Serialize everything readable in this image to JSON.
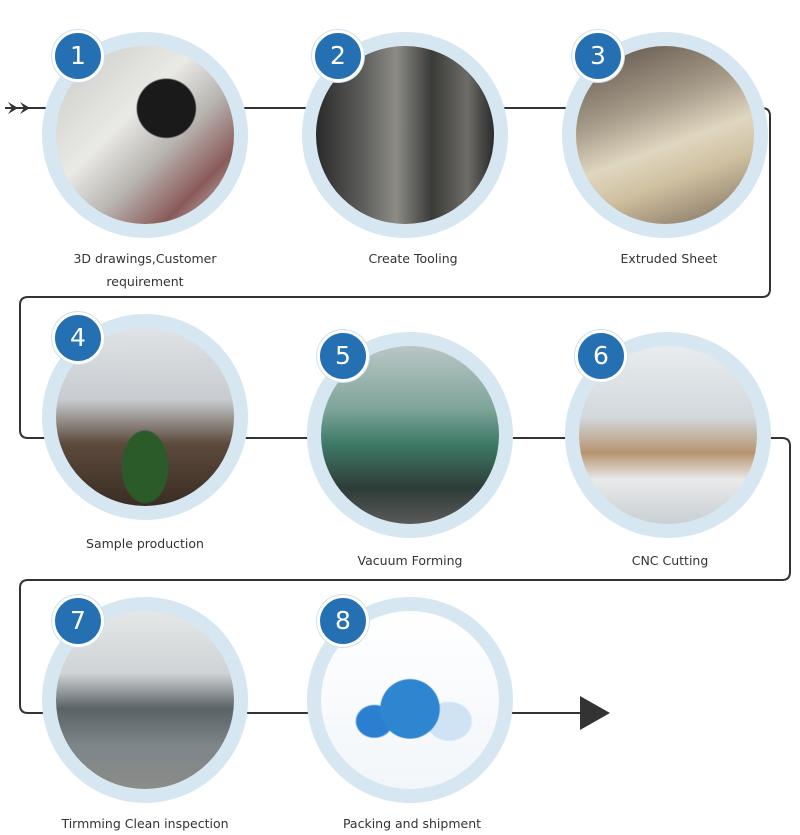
{
  "colors": {
    "badge": "#2470b3",
    "ring": "#d6e7f2",
    "connector": "#333333"
  },
  "steps": [
    {
      "number": "1",
      "label_line1": "3D drawings,Customer",
      "label_line2": "requirement"
    },
    {
      "number": "2",
      "label_line1": "Create Tooling"
    },
    {
      "number": "3",
      "label_line1": "Extruded Sheet"
    },
    {
      "number": "4",
      "label_line1": "Sample production"
    },
    {
      "number": "5",
      "label_line1": "Vacuum Forming"
    },
    {
      "number": "6",
      "label_line1": "CNC Cutting"
    },
    {
      "number": "7",
      "label_line1": "Tirmming Clean inspection"
    },
    {
      "number": "8",
      "label_line1": "Packing and shipment"
    }
  ]
}
